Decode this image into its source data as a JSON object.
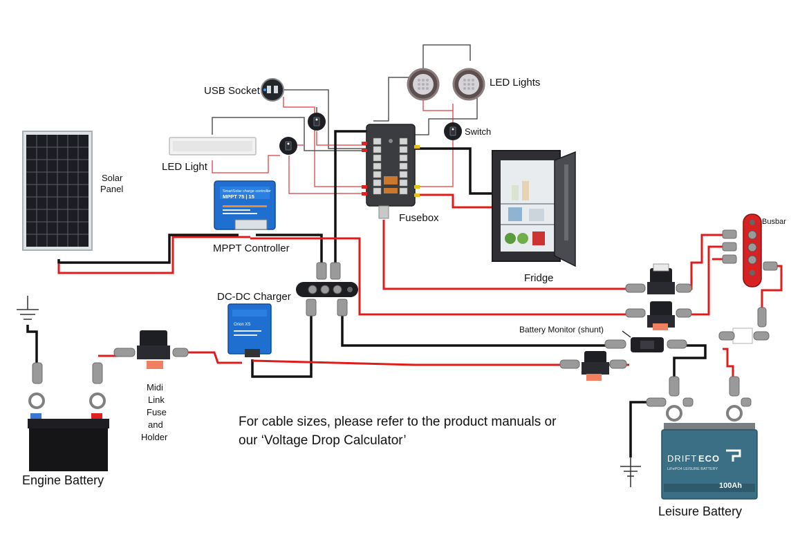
{
  "labels": {
    "usb_socket": "USB Socket",
    "led_lights": "LED Lights",
    "switch": "Switch",
    "led_light": "LED Light",
    "solar_panel_line1": "Solar",
    "solar_panel_line2": "Panel",
    "mppt_controller": "MPPT Controller",
    "fusebox": "Fusebox",
    "fridge": "Fridge",
    "busbar": "Busbar",
    "dcdc_charger": "DC-DC Charger",
    "battery_monitor": "Battery Monitor (shunt)",
    "midi_line1": "Midi",
    "midi_line2": "Link",
    "midi_line3": "Fuse",
    "midi_line4": "and",
    "midi_line5": "Holder",
    "engine_battery": "Engine Battery",
    "leisure_battery": "Leisure Battery"
  },
  "note": {
    "line1": "For cable sizes, please refer to the product manuals or",
    "line2": "our ‘Voltage Drop Calculator’"
  },
  "devices": {
    "mppt_brand": "SmartSolar charge controller",
    "mppt_model": "MPPT 75 | 15",
    "dcdc_brand": "Orion XS",
    "battery_brand_a": "DRIFT",
    "battery_brand_b": "ECO",
    "battery_sub": "LiFePO4 LEISURE BATTERY",
    "battery_capacity": "100Ah"
  },
  "colors": {
    "positive_wire": "#e01b1b",
    "negative_wire": "#111111",
    "victron_blue": "#1f6fd1",
    "battery_teal": "#3a6f86"
  }
}
